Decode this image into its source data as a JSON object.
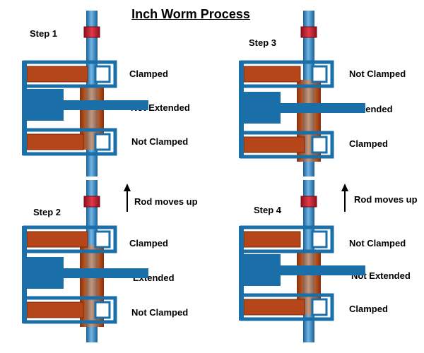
{
  "title": "Inch Worm Process",
  "steps": [
    {
      "label": "Step 1",
      "top_state": "Clamped",
      "middle_state": "Not Extended",
      "bottom_state": "Not Clamped"
    },
    {
      "label": "Step 3",
      "top_state": "Not Clamped",
      "middle_state": "Extended",
      "bottom_state": "Clamped"
    },
    {
      "label": "Step 2",
      "top_state": "Clamped",
      "middle_state": "Extended",
      "bottom_state": "Not Clamped",
      "rod_note": "Rod moves up"
    },
    {
      "label": "Step 4",
      "top_state": "Not Clamped",
      "middle_state": "Not Extended",
      "bottom_state": "Clamped",
      "rod_note": "Rod moves up"
    }
  ],
  "colors": {
    "frame": "#1a6fa8",
    "rod": "#2a8ac8",
    "clamp_pad": "#b5461a",
    "actuator": "#c8541c",
    "collar": "#c0192a"
  }
}
